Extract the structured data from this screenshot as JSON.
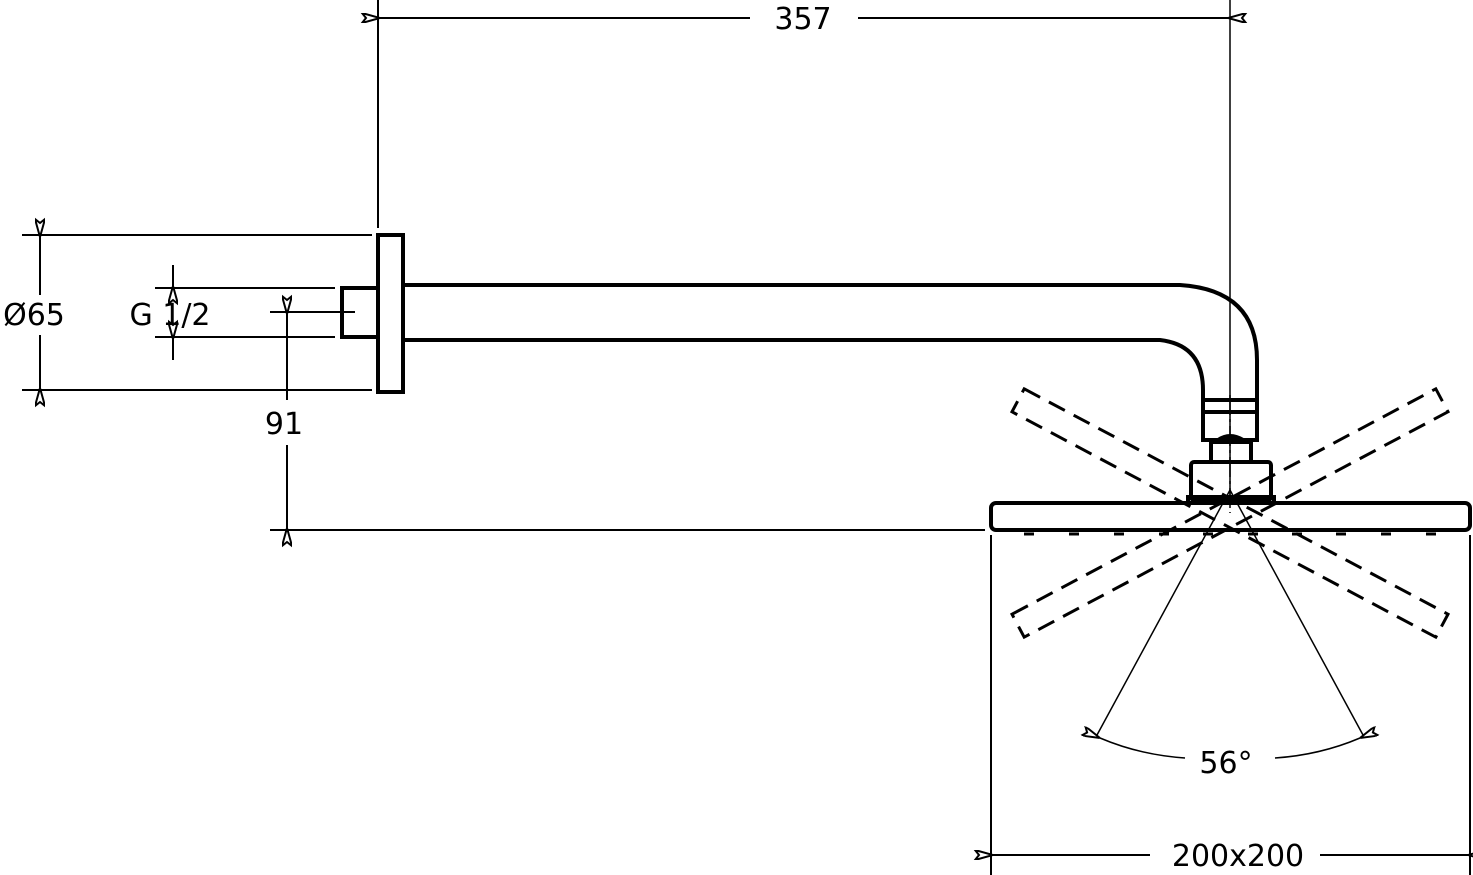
{
  "drawing": {
    "title": "Shower arm with square overhead shower",
    "colors": {
      "line": "#000000",
      "background": "#ffffff"
    },
    "dimensions": {
      "arm_length": "357",
      "flange_diameter": "Ø65",
      "thread": "G 1/2",
      "drop_height": "91",
      "tilt_angle": "56°",
      "head_size": "200x200"
    }
  }
}
